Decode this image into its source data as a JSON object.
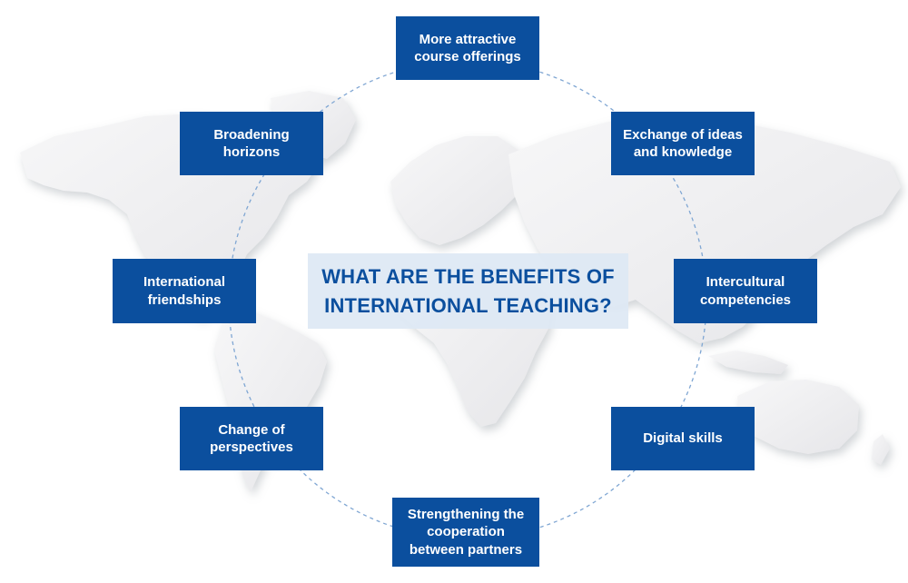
{
  "title": "WHAT ARE THE BENEFITS OF\nINTERNATIONAL TEACHING?",
  "benefits": [
    "More attractive\ncourse offerings",
    "Exchange of ideas\nand knowledge",
    "Intercultural\ncompetencies",
    "Digital skills",
    "Strengthening the\ncooperation\nbetween partners",
    "Change of\nperspectives",
    "International\nfriendships",
    "Broadening\nhorizons"
  ],
  "colors": {
    "box": "#0b4f9e",
    "title_text": "#0b4f9e",
    "title_background": "#dee8f4",
    "circle": "#7fa6d3",
    "map": "#ececee"
  }
}
